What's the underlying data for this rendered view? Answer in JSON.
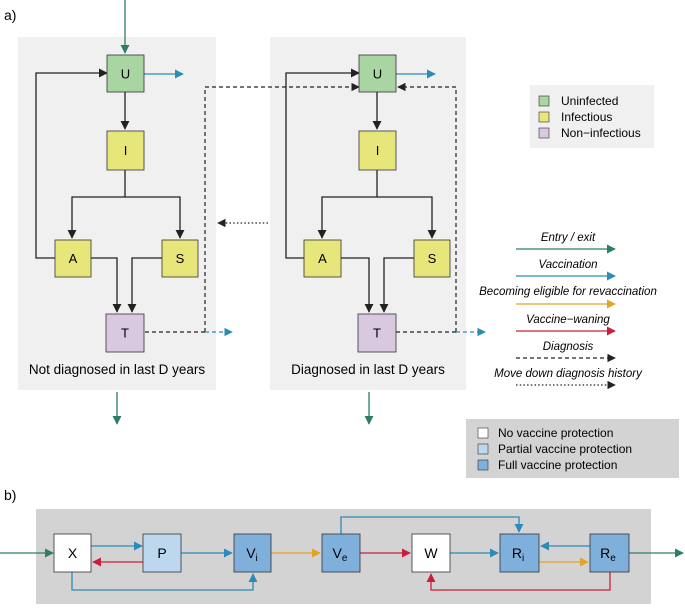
{
  "panel_a": {
    "label": "a)",
    "left_group": {
      "caption": "Not diagnosed in last D years"
    },
    "right_group": {
      "caption": "Diagnosed in last D years"
    },
    "nodes": {
      "U": "U",
      "I": "I",
      "A": "A",
      "S": "S",
      "T": "T"
    }
  },
  "legend_status": {
    "items": [
      {
        "label": "Uninfected",
        "color": "#a8d5a2"
      },
      {
        "label": "Infectious",
        "color": "#e6e67a"
      },
      {
        "label": "Non−infectious",
        "color": "#d8c8e0"
      }
    ]
  },
  "legend_arrows": {
    "items": [
      {
        "label": "Entry / exit",
        "color": "#2e7d6b",
        "style": "solid"
      },
      {
        "label": "Vaccination",
        "color": "#2c8bb8",
        "style": "solid"
      },
      {
        "label": "Becoming eligible for revaccination",
        "color": "#e0a526",
        "style": "solid"
      },
      {
        "label": "Vaccine−waning",
        "color": "#c8203a",
        "style": "solid"
      },
      {
        "label": "Diagnosis",
        "color": "#222222",
        "style": "dashed"
      },
      {
        "label": "Move down diagnosis history",
        "color": "#222222",
        "style": "dotted"
      }
    ]
  },
  "legend_protection": {
    "items": [
      {
        "label": "No vaccine protection",
        "color": "#ffffff"
      },
      {
        "label": "Partial vaccine protection",
        "color": "#bdd7ee"
      },
      {
        "label": "Full vaccine protection",
        "color": "#7fb0db"
      }
    ]
  },
  "panel_b": {
    "label": "b)",
    "nodes": {
      "X": {
        "main": "X",
        "sub": ""
      },
      "P": {
        "main": "P",
        "sub": ""
      },
      "Vi": {
        "main": "V",
        "sub": "i"
      },
      "Ve": {
        "main": "V",
        "sub": "e"
      },
      "W": {
        "main": "W",
        "sub": ""
      },
      "Ri": {
        "main": "R",
        "sub": "i"
      },
      "Re": {
        "main": "R",
        "sub": "e"
      }
    }
  },
  "colors": {
    "green": "#2e7d6b",
    "blue": "#2c8bb8",
    "orange": "#e0a526",
    "red": "#c8203a",
    "black": "#222222",
    "panel_bg": "#f0f0f0",
    "panel_b_bg": "#d3d3d3",
    "uninfected": "#a8d5a2",
    "infectious": "#e6e67a",
    "noninfectious": "#d8c8e0",
    "no_protection": "#ffffff",
    "partial_protection": "#bdd7ee",
    "full_protection": "#7fb0db"
  }
}
